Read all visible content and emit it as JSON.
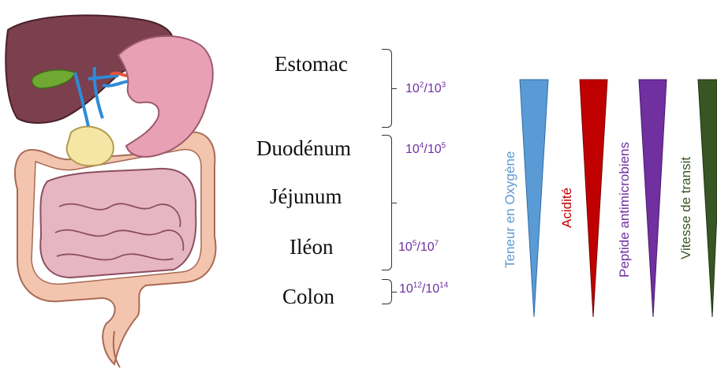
{
  "segments": [
    {
      "name": "Estomac",
      "conc_base1": "10",
      "conc_exp1": "2",
      "conc_base2": "10",
      "conc_exp2": "3"
    },
    {
      "name": "Duodénum",
      "conc_base1": "10",
      "conc_exp1": "4",
      "conc_base2": "10",
      "conc_exp2": "5"
    },
    {
      "name": "Jéjunum"
    },
    {
      "name": "Iléon",
      "conc_base1": "10",
      "conc_exp1": "5",
      "conc_base2": "10",
      "conc_exp2": "7"
    },
    {
      "name": "Colon",
      "conc_base1": "10",
      "conc_exp1": "12",
      "conc_base2": "10",
      "conc_exp2": "14"
    }
  ],
  "gradients": [
    {
      "label": "Teneur en Oxygène",
      "color": "#5b9bd5",
      "direction": "decreasing"
    },
    {
      "label": "Acidité",
      "color": "#c00000",
      "direction": "decreasing"
    },
    {
      "label": "Peptide antimicrobiens",
      "color": "#7030a0",
      "direction": "decreasing"
    },
    {
      "label": "Vitesse de transit",
      "color": "#375623",
      "direction": "decreasing"
    }
  ],
  "colors": {
    "concentration_text": "#7030a0",
    "liver": "#7b3f4e",
    "stomach": "#e8a0b4",
    "intestine": "#e7b6c3",
    "colon": "#f3c5ae",
    "gallbladder": "#6fa832",
    "pancreas": "#f6e6a6",
    "vessels": "#2e8bd8"
  }
}
